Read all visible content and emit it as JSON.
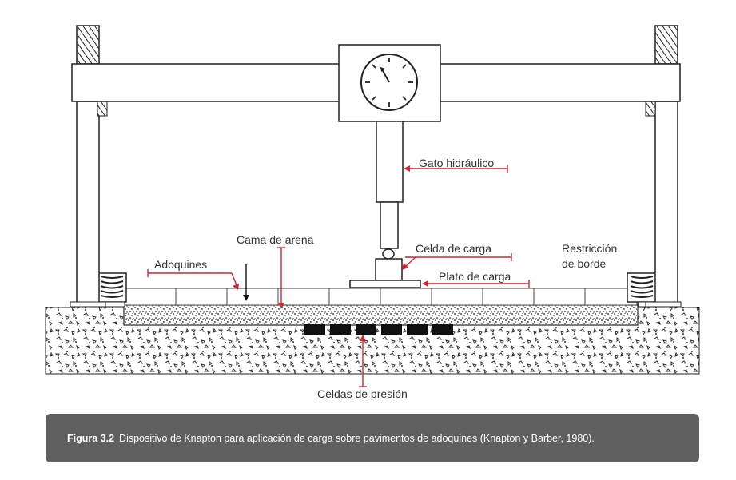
{
  "labels": {
    "gato": "Gato hidráulico",
    "cama": "Cama de arena",
    "celda": "Celda de carga",
    "restriccion_1": "Restricción",
    "restriccion_2": "de borde",
    "adoquines": "Adoquines",
    "plato": "Plato de carga",
    "celdas_presion": "Celdas de presión"
  },
  "caption": {
    "figure_label": "Figura 3.2",
    "text": "Dispositivo de Knapton para aplicación de carga sobre pavimentos de adoquines (Knapton y Barber, 1980)."
  },
  "colors": {
    "accent": "#d9232d",
    "line": "#222222",
    "caption_bg": "#5f5f5f"
  }
}
